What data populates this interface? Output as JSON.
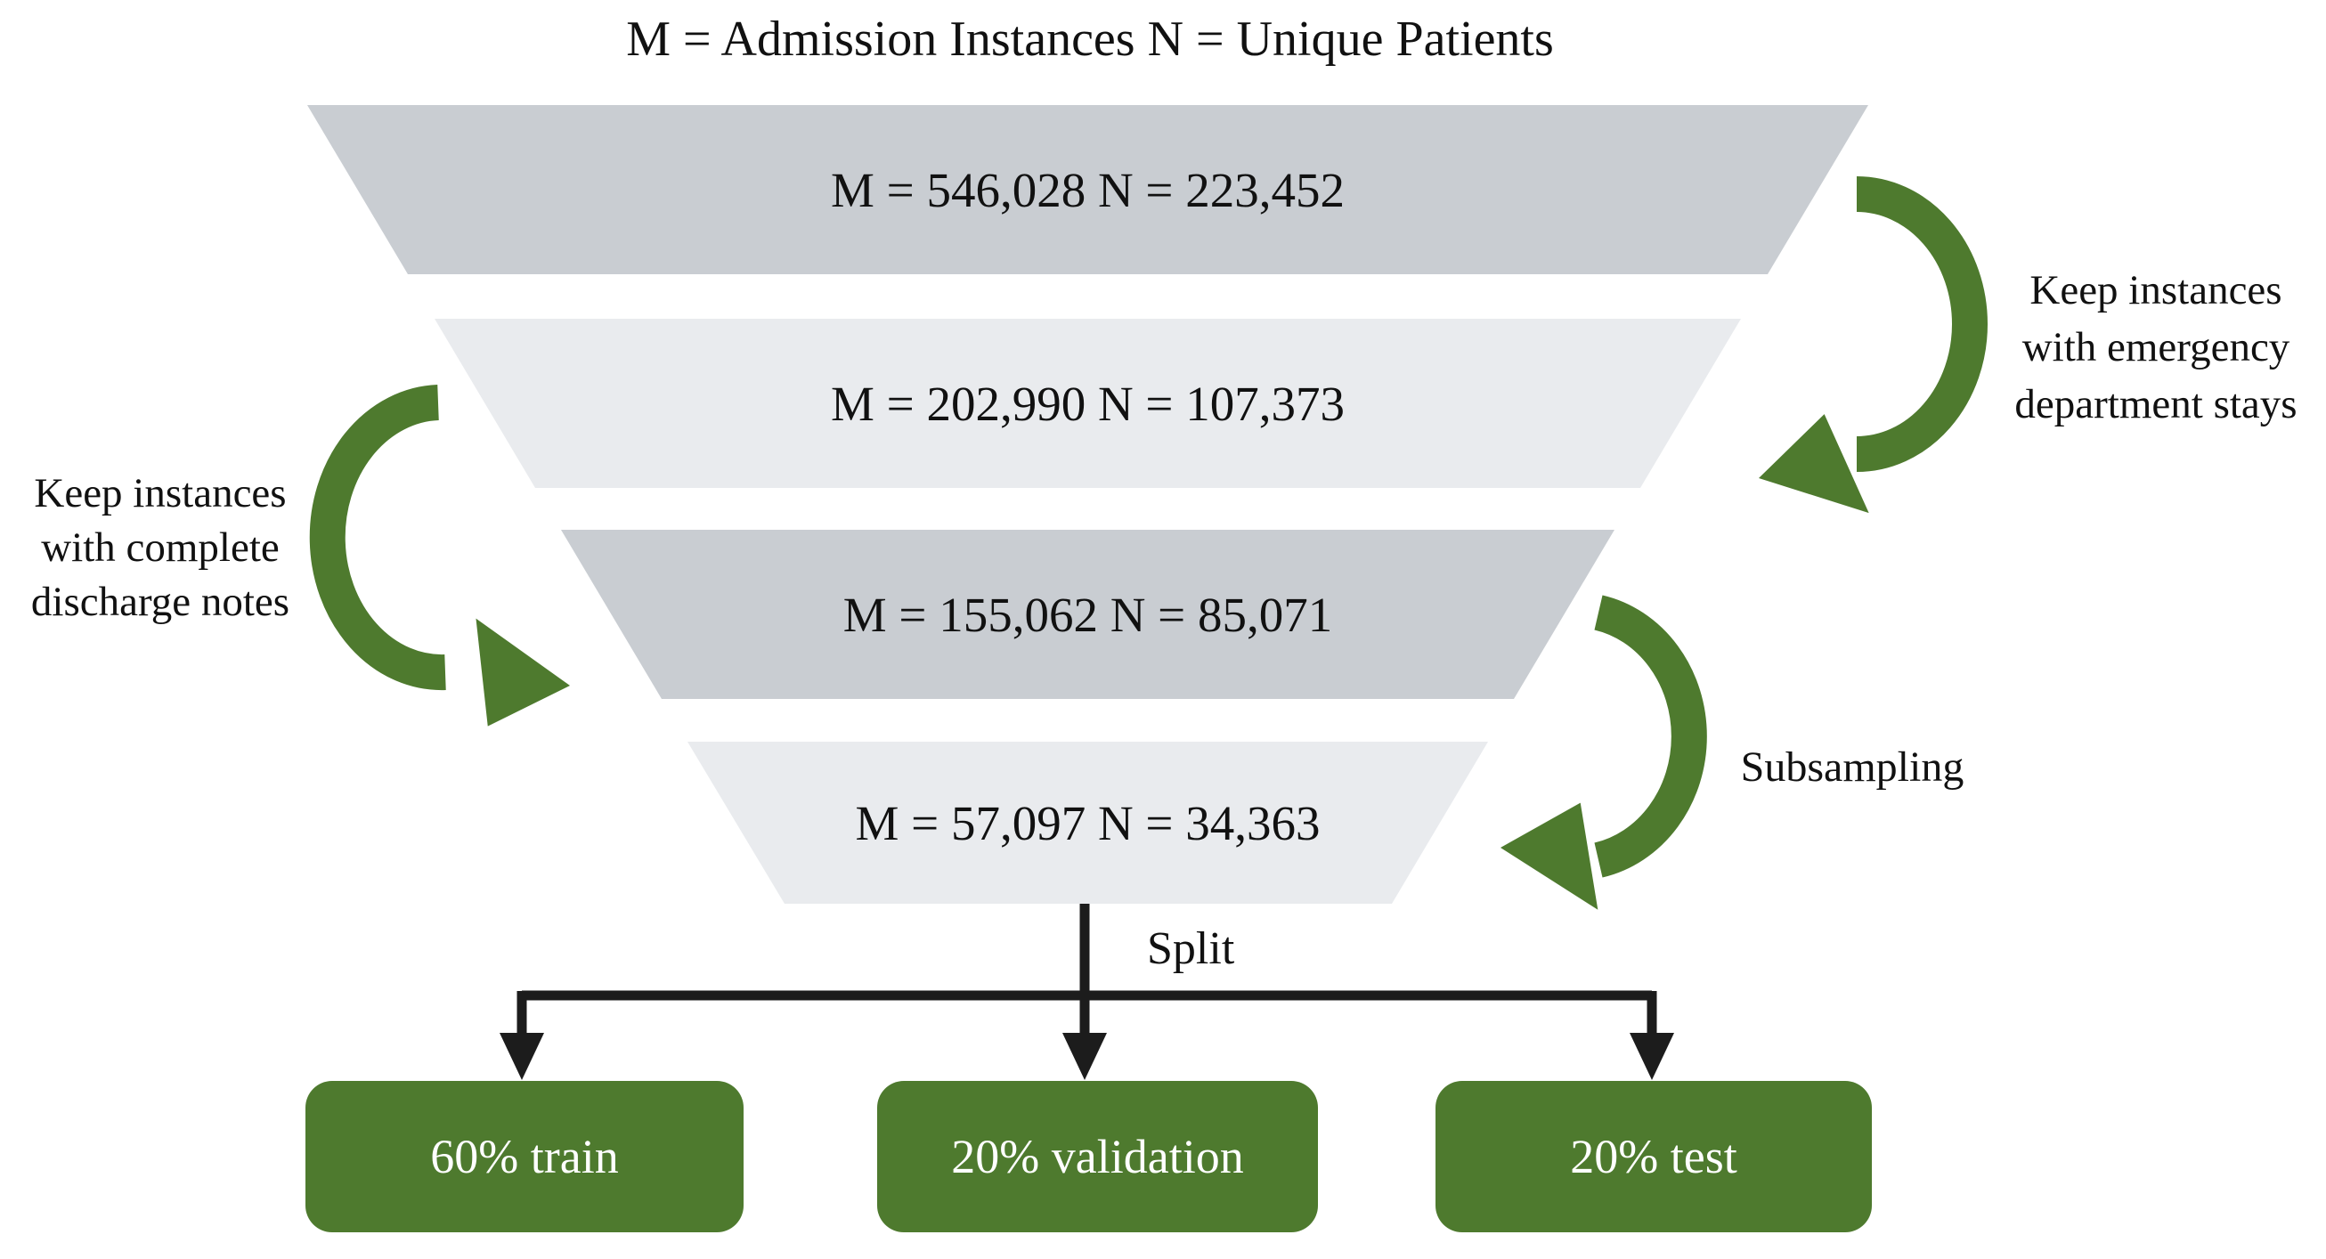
{
  "title": "M = Admission Instances N = Unique Patients",
  "funnel": {
    "stages": [
      {
        "label": "M = 546,028 N = 223,452",
        "admission_instances": "546,028",
        "unique_patients": "223,452",
        "shade": "dark"
      },
      {
        "label": "M = 202,990 N = 107,373",
        "admission_instances": "202,990",
        "unique_patients": "107,373",
        "shade": "light"
      },
      {
        "label": "M = 155,062 N = 85,071",
        "admission_instances": "155,062",
        "unique_patients": "85,071",
        "shade": "dark"
      },
      {
        "label": "M = 57,097 N = 34,363",
        "admission_instances": "57,097",
        "unique_patients": "34,363",
        "shade": "light"
      }
    ]
  },
  "annotations": {
    "emergency": {
      "lines": [
        "Keep instances",
        "with emergency",
        "department stays"
      ],
      "text": "Keep instances with emergency department stays"
    },
    "discharge": {
      "lines": [
        "Keep instances",
        "with complete",
        "discharge notes"
      ],
      "text": "Keep instances with complete discharge notes"
    },
    "subsampling": "Subsampling",
    "split": "Split"
  },
  "outputs": [
    {
      "label": "60% train",
      "percent": "60%",
      "set": "train"
    },
    {
      "label": "20% validation",
      "percent": "20%",
      "set": "validation"
    },
    {
      "label": "20% test",
      "percent": "20%",
      "set": "test"
    }
  ],
  "colors": {
    "band_dark": "#c9cdd2",
    "band_light": "#e9ebee",
    "arrow_green": "#4e7a2e",
    "box_green": "#4e7a2e",
    "connector_black": "#1c1c1c"
  }
}
